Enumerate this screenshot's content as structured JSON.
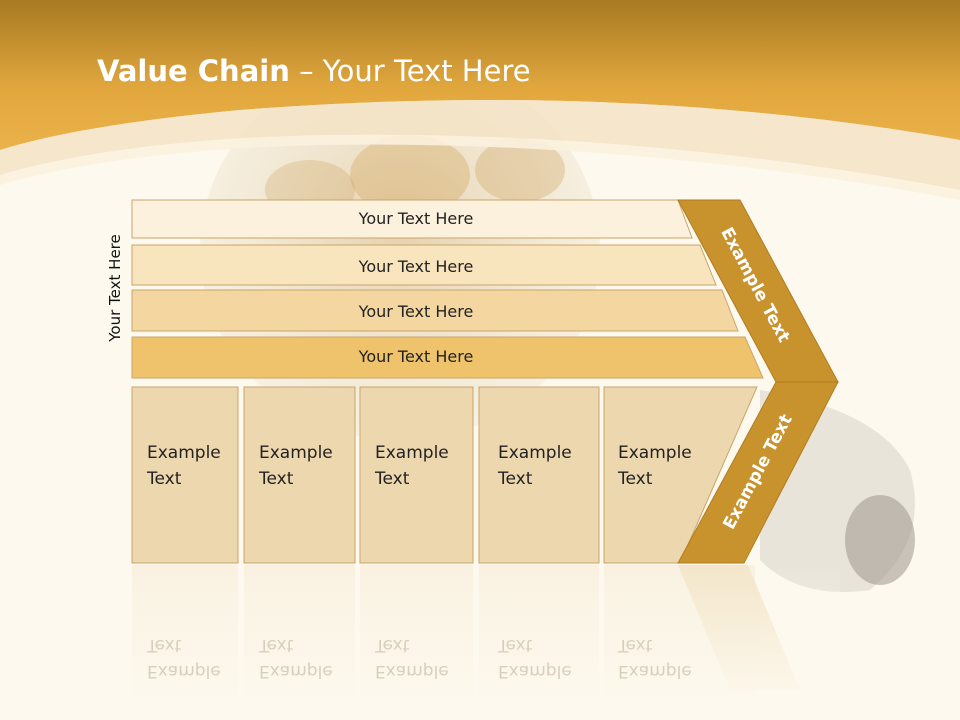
{
  "slide": {
    "title_bold": "Value Chain",
    "title_rest": " – Your Text Here",
    "side_label": "Your Text Here"
  },
  "rows": [
    {
      "label": "Your Text Here"
    },
    {
      "label": "Your Text Here"
    },
    {
      "label": "Your Text Here"
    },
    {
      "label": "Your Text Here"
    }
  ],
  "cells": [
    {
      "line1": "Example",
      "line2": "Text"
    },
    {
      "line1": "Example",
      "line2": "Text"
    },
    {
      "line1": "Example",
      "line2": "Text"
    },
    {
      "line1": "Example",
      "line2": "Text"
    },
    {
      "line1": "Example",
      "line2": "Text"
    }
  ],
  "arrow": {
    "top_label": "Example Text",
    "bottom_label": "Example Text"
  },
  "colors": {
    "header": "#e6a93a",
    "arrow": "#c8922c",
    "cell": "#ecd7ae"
  }
}
